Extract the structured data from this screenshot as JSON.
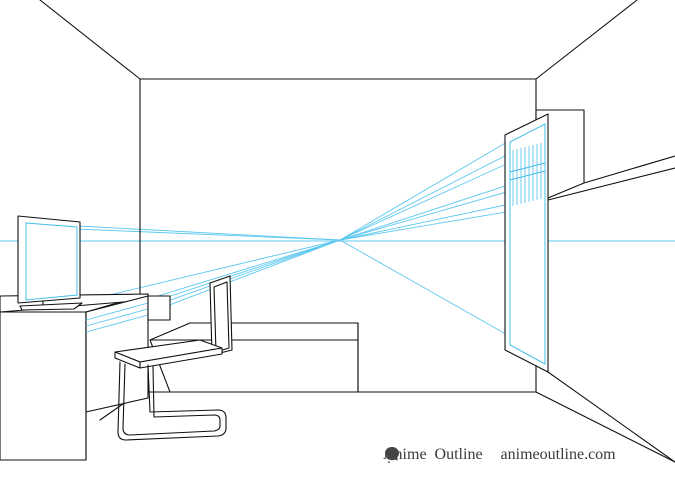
{
  "watermark": {
    "brand_left": "Anime",
    "brand_right": "Outline",
    "site": "animeoutline.com",
    "logo_icon": "head-silhouette-icon"
  },
  "colors": {
    "ink": "#111111",
    "guide": "#5cc8f0",
    "text": "#3a3a3a"
  }
}
